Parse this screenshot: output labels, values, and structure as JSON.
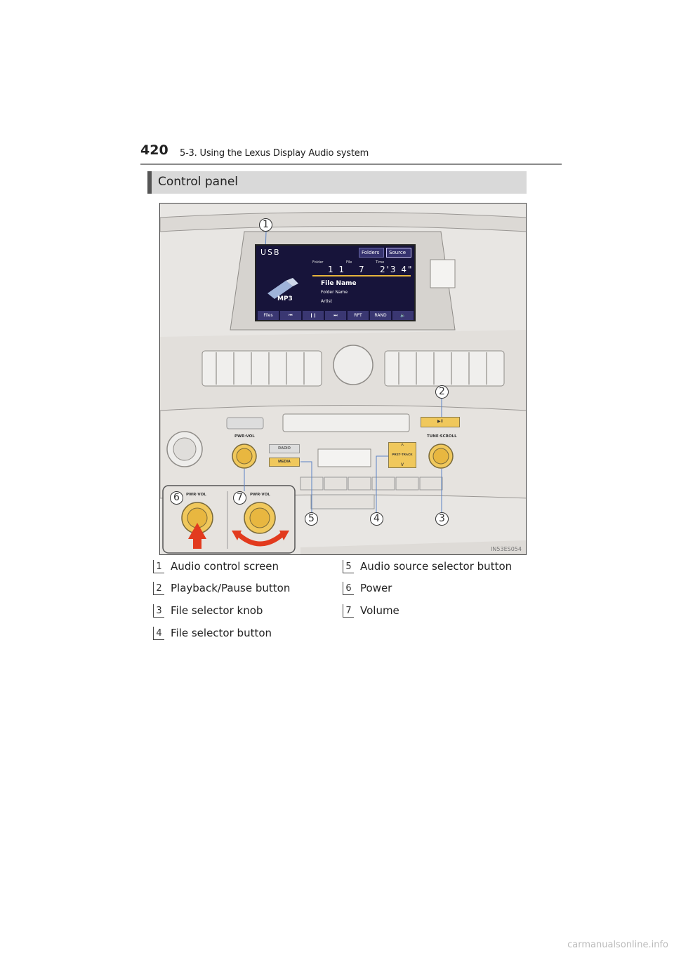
{
  "header": {
    "page_number": "420",
    "section": "5-3. Using the Lexus Display Audio system"
  },
  "panel_heading": "Control panel",
  "figure": {
    "code": "IN53ES054",
    "screen": {
      "source_label": "USB",
      "tabs": [
        "Folders",
        "Source"
      ],
      "columns": [
        {
          "header": "Folder",
          "value": "1 1"
        },
        {
          "header": "File",
          "value": "7"
        },
        {
          "header": "Time",
          "value": "2'3 4\""
        }
      ],
      "file_name": "File Name",
      "folder_name": "Folder Name",
      "artist": "Artist",
      "format": "MP3",
      "buttons": [
        "Files",
        "⏮",
        "❙❙",
        "⏭",
        "RPT",
        "RAND",
        "🔈"
      ]
    },
    "labels": {
      "pwr_vol": "PWR·VOL",
      "tune_scroll": "TUNE·SCROLL",
      "radio": "RADIO",
      "media": "MEDIA",
      "prst_track": "PRST·TRACK",
      "play_pause": "▶II",
      "up": "^",
      "down": "v"
    },
    "callouts": [
      "1",
      "2",
      "3",
      "4",
      "5",
      "6",
      "7"
    ]
  },
  "legend": [
    {
      "num": "1",
      "text": "Audio control screen"
    },
    {
      "num": "2",
      "text": "Playback/Pause button"
    },
    {
      "num": "3",
      "text": "File selector knob"
    },
    {
      "num": "4",
      "text": "File selector button"
    },
    {
      "num": "5",
      "text": "Audio source selector button"
    },
    {
      "num": "6",
      "text": "Power"
    },
    {
      "num": "7",
      "text": "Volume"
    }
  ],
  "watermark": "carmanualsonline.info",
  "colors": {
    "accent_yellow": "#f0c85c",
    "screen_bg": "#17143a",
    "heading_bg": "#d9d9d9"
  }
}
